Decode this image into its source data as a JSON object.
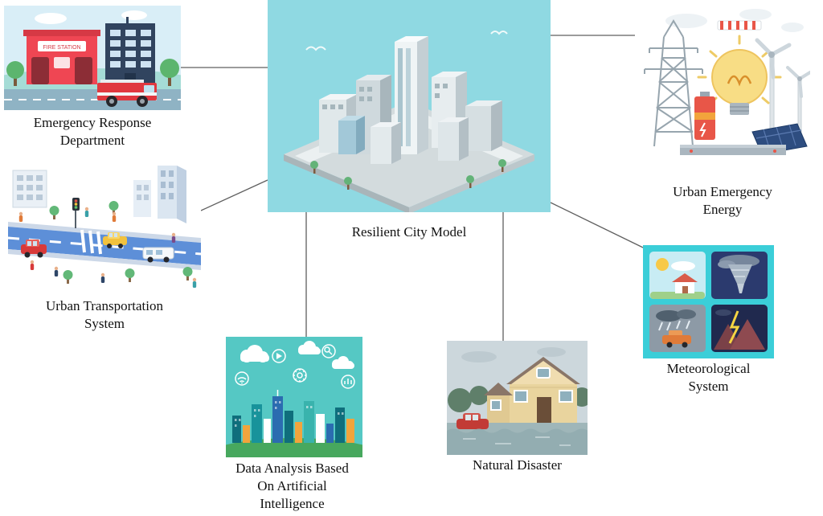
{
  "figure": {
    "type": "concept-diagram",
    "center": {
      "lines": [
        "Resilient City Model"
      ]
    },
    "nodes": {
      "emergency": {
        "lines": [
          "Emergency Response",
          "Department"
        ]
      },
      "transport": {
        "lines": [
          "Urban Transportation",
          "System"
        ]
      },
      "data_analysis": {
        "lines": [
          "Data Analysis Based",
          "On Artificial",
          "Intelligence"
        ]
      },
      "disaster": {
        "lines": [
          "Natural Disaster"
        ]
      },
      "meteorological": {
        "lines": [
          "Meteorological",
          "System"
        ]
      },
      "energy": {
        "lines": [
          "Urban Emergency",
          "Energy"
        ]
      }
    }
  },
  "illustrations": {
    "fire_station_sign": "FIRE STATION"
  },
  "colors": {
    "center_bg": "#8fd9e2",
    "data_panel_bg": "#55c8c4",
    "meteo_panel_bg": "#3bced8",
    "connector": "#5f5f5f",
    "label_text": "#111111"
  }
}
